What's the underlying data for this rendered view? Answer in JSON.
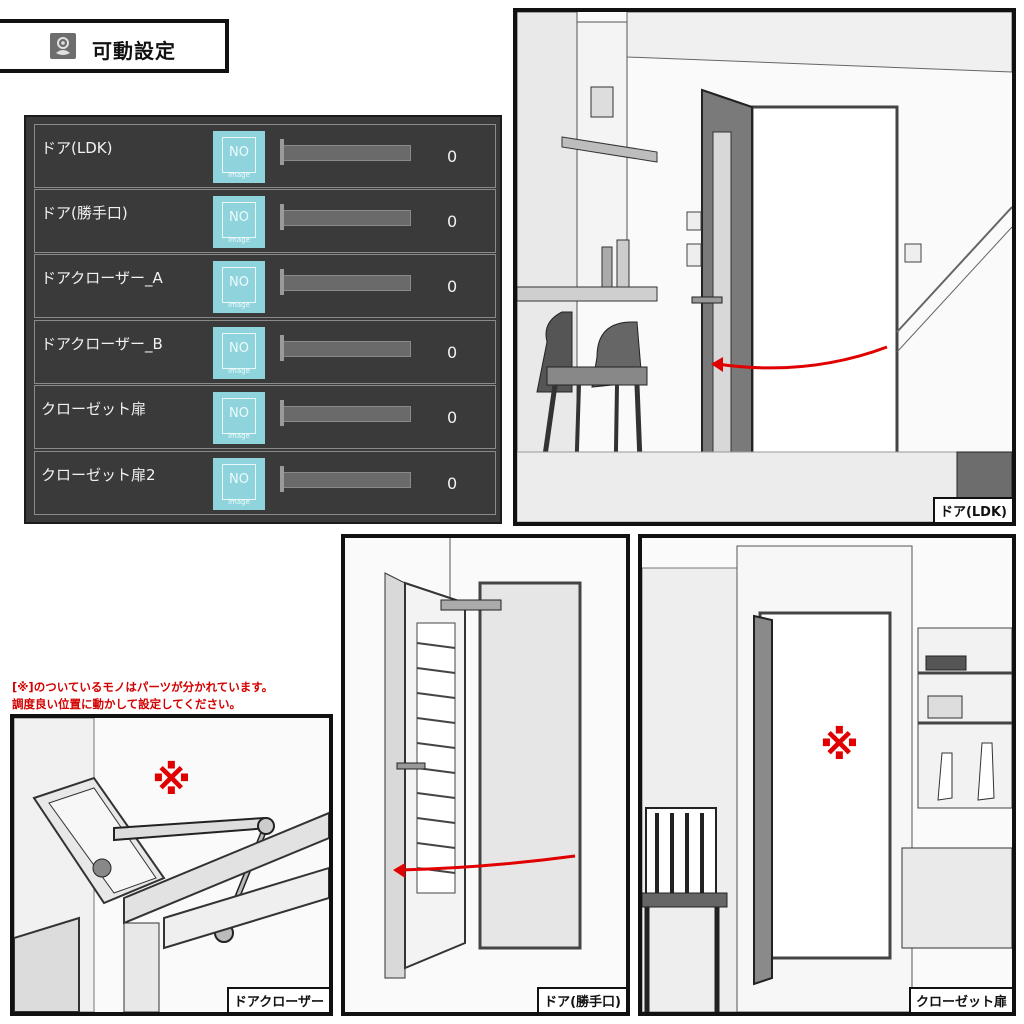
{
  "title": {
    "icon": "settings-gear-icon",
    "label": "可動設定"
  },
  "rows": [
    {
      "label": "ドア(LDK)",
      "thumb_no": "NO",
      "thumb_image": "image",
      "value": "0"
    },
    {
      "label": "ドア(勝手口)",
      "thumb_no": "NO",
      "thumb_image": "image",
      "value": "0"
    },
    {
      "label": "ドアクローザー_A",
      "thumb_no": "NO",
      "thumb_image": "image",
      "value": "0"
    },
    {
      "label": "ドアクローザー_B",
      "thumb_no": "NO",
      "thumb_image": "image",
      "value": "0"
    },
    {
      "label": "クローゼット扉",
      "thumb_no": "NO",
      "thumb_image": "image",
      "value": "0"
    },
    {
      "label": "クローゼット扉2",
      "thumb_no": "NO",
      "thumb_image": "image",
      "value": "0"
    }
  ],
  "scenes": {
    "ldk": {
      "caption": "ドア(LDK)"
    },
    "kattekuchi": {
      "caption": "ドア(勝手口)"
    },
    "closer": {
      "caption": "ドアクローザー",
      "mark": "※"
    },
    "closet": {
      "caption": "クローゼット扉",
      "mark": "※"
    }
  },
  "note": {
    "line1": "[※]のついているモノはパーツが分かれています。",
    "line2": "調度良い位置に動かして設定してください。"
  },
  "colors": {
    "panel_bg": "#3a3a3a",
    "thumb": "#8fd4dc",
    "accent_red": "#e00000"
  }
}
